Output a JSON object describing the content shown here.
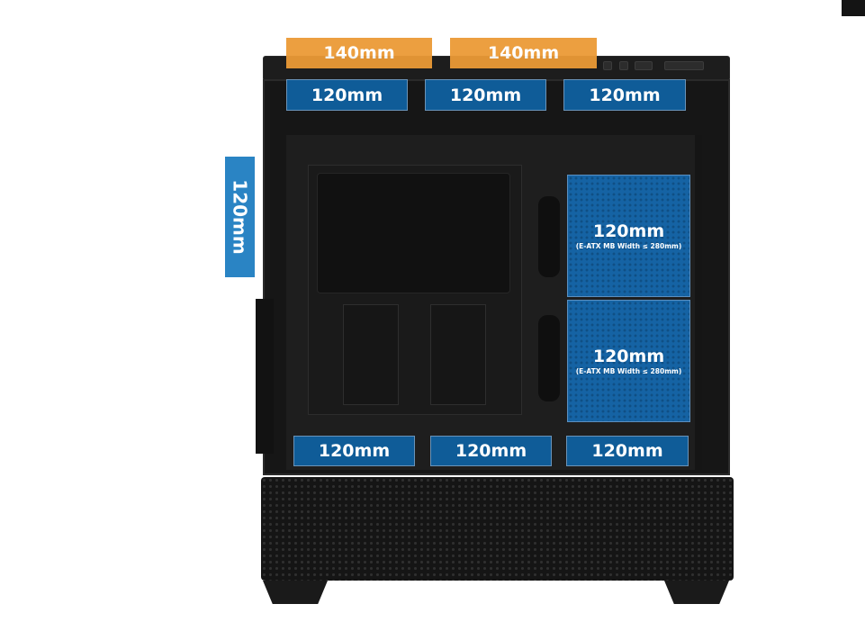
{
  "colors": {
    "fan_120": "#0f5c98",
    "fan_140": "#eb9a36",
    "fan_side": "#2a84c4",
    "case": "#161616"
  },
  "labels": {
    "top_140": [
      "140mm",
      "140mm"
    ],
    "top_120": [
      "120mm",
      "120mm",
      "120mm"
    ],
    "side_120": "120mm",
    "front_120": [
      {
        "size": "120mm",
        "note": "(E-ATX MB Width ≤ 280mm)"
      },
      {
        "size": "120mm",
        "note": "(E-ATX MB Width ≤ 280mm)"
      }
    ],
    "bottom_120": [
      "120mm",
      "120mm",
      "120mm"
    ]
  }
}
